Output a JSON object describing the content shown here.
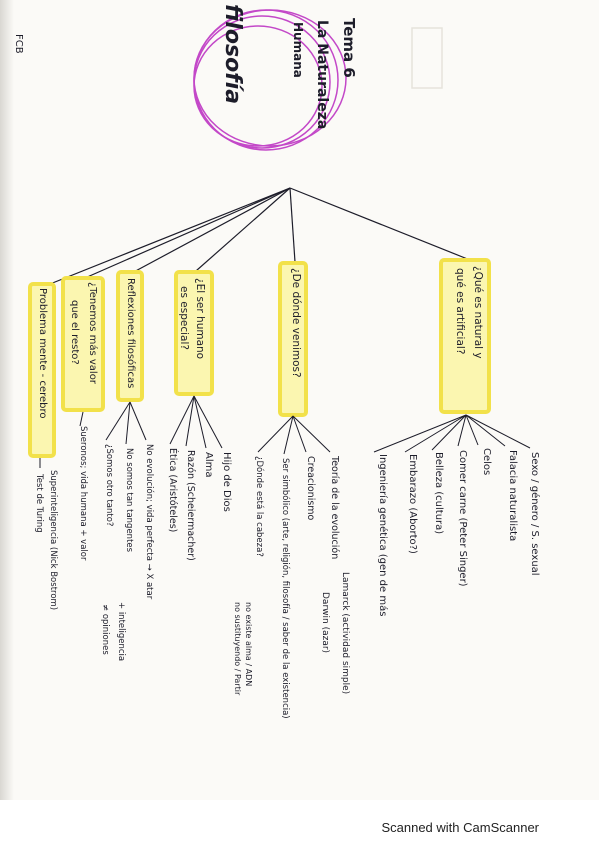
{
  "page": {
    "initials": "FCB",
    "title_lines": [
      "Tema 6",
      "La Naturaleza",
      "Humana"
    ],
    "subject": "filosofía"
  },
  "branches": [
    {
      "heading": [
        "¿Qué es natural y",
        "qué es artificial?"
      ],
      "items": [
        "Sexo / género / S. sexual",
        "Falacia naturalista",
        "Celos",
        "Comer carne (Peter Singer)",
        "Belleza (cultura)",
        "Embarazo (Aborto?)",
        "Ingeniería genética (gen de más"
      ]
    },
    {
      "heading": [
        "¿De dónde venimos?"
      ],
      "items": [
        "Teoría de la evolución",
        "Lamarck (actividad simple)",
        "Darwin (azar)",
        "Creacionismo",
        "Ser simbólico (arte, religión, filosofía / saber de la existencia)",
        "¿Dónde está la cabeza?",
        "no existe alma / ADN",
        "no sustituyendo / Partir"
      ]
    },
    {
      "heading": [
        "¿El ser humano",
        "es especial?"
      ],
      "items": [
        "Hijo de Dios",
        "Alma",
        "Razón (Scheiermacher)",
        "Ética (Aristóteles)"
      ]
    },
    {
      "heading": [
        "Reflexiones filosóficas"
      ],
      "items": [
        "No evolución; vida perfecta → X atar",
        "No somos tan tangentes",
        "+ inteligencia",
        "¿Somos otro tanto?",
        "≠ opiniones"
      ]
    },
    {
      "heading": [
        "¿Tenemos más valor",
        "que el resto?"
      ],
      "items": [
        "Sueronos; vida humana + valor"
      ]
    },
    {
      "heading": [
        "Problema mente - cerebro"
      ],
      "items": [
        "Superinteligencia (Nick Bostrom)",
        "Test de Turing"
      ]
    }
  ],
  "footer": "Scanned with CamScanner",
  "colors": {
    "highlight": "#f2e14a",
    "ink": "#1d1d2a",
    "doodle": "#c348c8"
  }
}
